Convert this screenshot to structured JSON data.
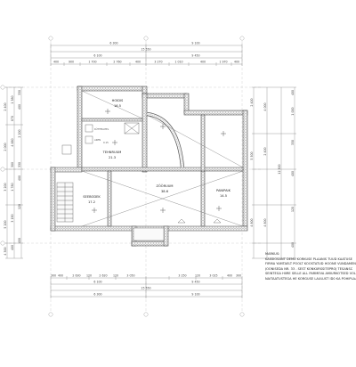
{
  "dimensions": {
    "top1": [
      "6 300",
      "9 100"
    ],
    "top_total": "15 550",
    "top2": [
      "6 100",
      "9 450"
    ],
    "top3": [
      "400",
      "900",
      "1 700",
      "2 760",
      "400",
      "3 270",
      "1 010",
      "400",
      "1 970",
      "400"
    ],
    "bottom1": [
      "300",
      "400",
      "2 630",
      "120",
      "2 620",
      "120",
      "3 050",
      "3 250",
      "120",
      "3 025",
      "400",
      "300"
    ],
    "bottom2": [
      "6 100",
      "9 450"
    ],
    "bottom_total": "15 550",
    "bottom3": [
      "6 300",
      "9 100"
    ],
    "left1": [
      "2 400",
      "2 000",
      "3 200",
      "5 200",
      "4 300"
    ],
    "left2": [
      "1 380",
      "870",
      "4 880",
      "300",
      "1 780",
      "3 190",
      "400"
    ],
    "left3": [
      "330",
      "400",
      "2 200",
      "330",
      "400",
      "120",
      "400"
    ],
    "right1": [
      "2 400",
      "5 500",
      "4 800"
    ],
    "right2": [
      "4 000",
      "2 400",
      "12 300",
      "4 800"
    ],
    "right3": [
      "400",
      "1 000",
      "330",
      "400",
      "120",
      "400"
    ]
  },
  "rooms": [
    {
      "name": "HOIDIS",
      "area": "16.5"
    },
    {
      "name": "TEHNRUUM",
      "area": "21.3"
    },
    {
      "name": "SEEBODEK",
      "area": "17.2"
    },
    {
      "name": "ZÖÖRUUM",
      "area": "38.6"
    },
    {
      "name": "PANIPAIK",
      "area": "14.5"
    }
  ],
  "labels": {
    "tag": "KÜTTEKATEL",
    "window1": "AKEN",
    "marker": "0.15"
  },
  "notes_title": "MÄRKUS:",
  "notes_lines": [
    "KÄSSIOSANT DEMU KORKUSE PLAANIS TUUD KÄATUSE",
    "FIRMA YAMTAELT POOLT KOOSTATUD HOONE VUNDAMEN",
    "JOONISEDA NR. 33 . SEST KONKURSSITEPROJ TESANSC",
    "SEINTEGA HIIRE SELLE ALL PARMEVA AMIURKOTSED VOL",
    "NÄITAATUSTEGA HE KÕRGUSE LAULUST ID0 KA POHIPLAANEIS"
  ]
}
